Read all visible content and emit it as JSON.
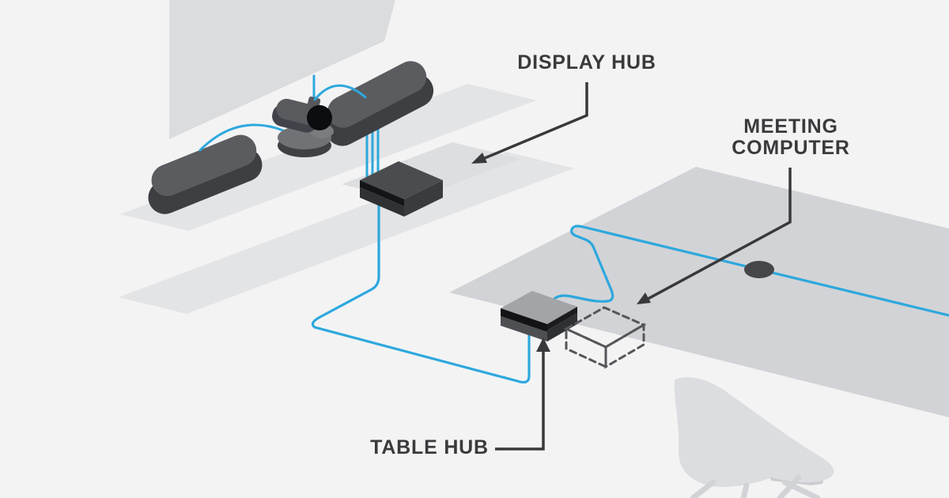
{
  "diagram": {
    "labels": {
      "display_hub": "DISPLAY HUB",
      "meeting_computer_line1": "MEETING",
      "meeting_computer_line2": "COMPUTER",
      "table_hub": "TABLE HUB"
    },
    "colors": {
      "background": "#f3f3f4",
      "cable": "#2da8dd",
      "leader_line": "#39393b",
      "label_text": "#3a3a3c",
      "screen": "#dadcde",
      "shelf": "#e3e4e6",
      "table": "#d2d3d6",
      "chair": "#dcdde0",
      "device_dark": "#2a2b2e",
      "table_hub_top": "#a3a4a7"
    },
    "components": [
      "display-screen",
      "wall-shelf",
      "media-shelf",
      "speaker-left",
      "speaker-right",
      "conference-camera",
      "display-hub-device",
      "table-hub-device",
      "meeting-computer-placeholder",
      "table",
      "cable-puck",
      "chair",
      "blue-cables"
    ]
  }
}
